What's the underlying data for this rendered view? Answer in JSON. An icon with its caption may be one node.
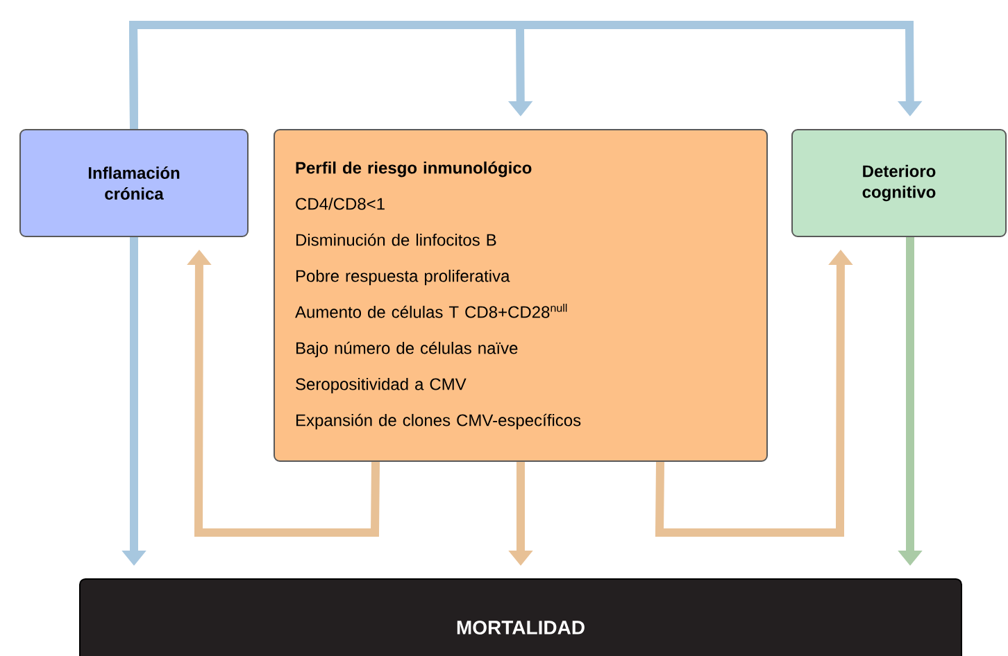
{
  "diagram": {
    "nodes": [
      {
        "text": [
          "Inflamación crónica"
        ]
      },
      {
        "text": [
          "Perfil de riesgo inmunológico",
          "CD4/CD8<1",
          "Disminución de linfocitos B",
          "Pobre respuesta proliferativa",
          "Aumento de células T CD8+CD28$^{null}$",
          "Bajo número de células naïve",
          "Seropositividad a CMV",
          "Expansión de clones CMV-específicos"
        ]
      },
      {
        "text": [
          "Deterioro cognitivo"
        ]
      },
      {
        "text": [
          "MORTALIDAD"
        ]
      }
    ],
    "edges": [
      {
        "from": 0,
        "to": 1,
        "arrow": "to",
        "color": "#a7c7df"
      },
      {
        "from": 0,
        "to": 2,
        "arrow": "to",
        "color": "#a7c7df"
      },
      {
        "from": 0,
        "to": 3,
        "arrow": "to",
        "color": "#a7c7df"
      },
      {
        "from": 1,
        "to": 0,
        "arrow": "to",
        "color": "#e8c196"
      },
      {
        "from": 1,
        "to": 3,
        "arrow": "to",
        "color": "#e8c196"
      },
      {
        "from": 1,
        "to": 2,
        "arrow": "to",
        "color": "#e8c196"
      },
      {
        "from": 2,
        "to": 3,
        "arrow": "to",
        "color": "#aacba6"
      }
    ]
  }
}
